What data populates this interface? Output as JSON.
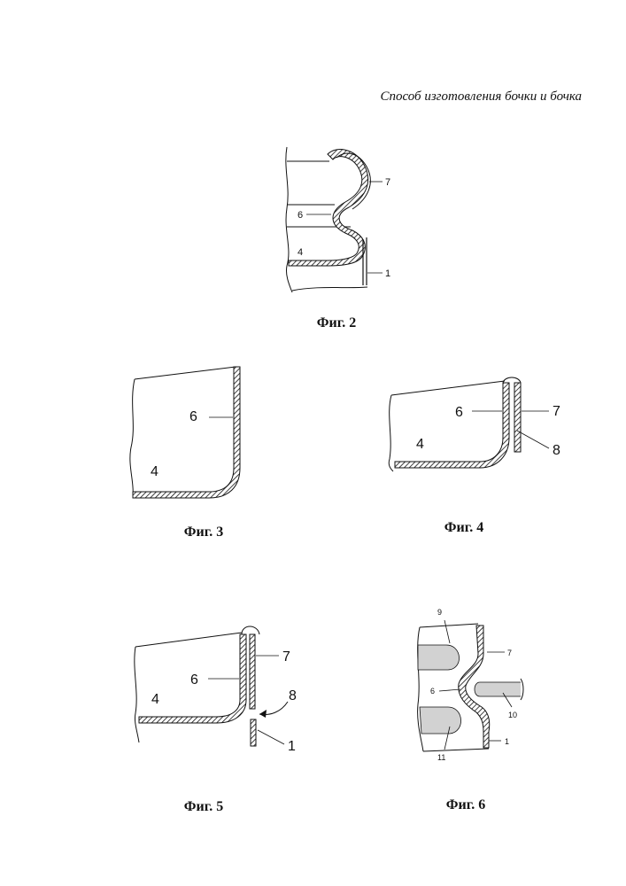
{
  "header": {
    "title": "Способ изготовления бочки и бочка"
  },
  "figures": [
    {
      "caption": "Фиг. 2",
      "labels": [
        "7",
        "6",
        "4",
        "1"
      ]
    },
    {
      "caption": "Фиг. 3",
      "labels": [
        "6",
        "4"
      ]
    },
    {
      "caption": "Фиг. 4",
      "labels": [
        "6",
        "7",
        "4",
        "8"
      ]
    },
    {
      "caption": "Фиг. 5",
      "labels": [
        "7",
        "6",
        "8",
        "4",
        "1"
      ]
    },
    {
      "caption": "Фиг. 6",
      "labels": [
        "9",
        "7",
        "6",
        "10",
        "11",
        "1"
      ]
    }
  ],
  "colors": {
    "ink": "#111111",
    "shade": "#d2d2d2"
  }
}
